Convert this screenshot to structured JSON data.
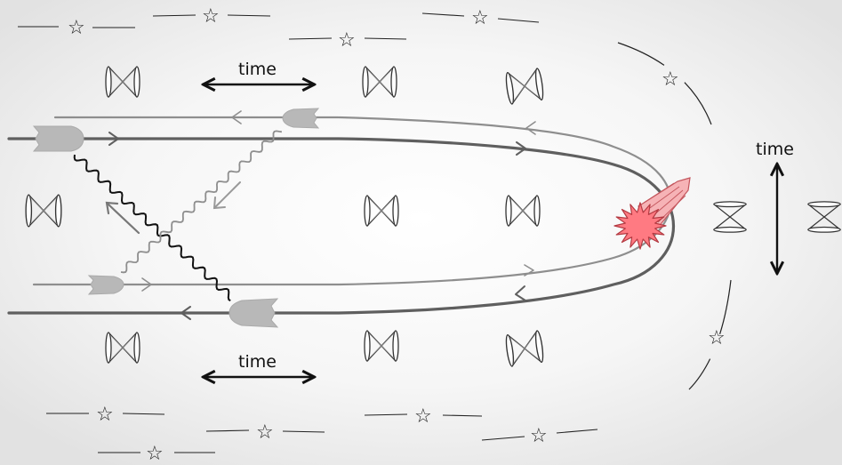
{
  "labels": {
    "time_top": "time",
    "time_bottom": "time",
    "time_right": "time"
  },
  "symbols": {
    "star": "☆"
  },
  "colors": {
    "background_center": "#ffffff",
    "background_edge": "#e4e4e4",
    "worldline_dark": "#606060",
    "worldline_light": "#8e8e8e",
    "ship": "#b8b8b8",
    "explosion": "#ff7a82",
    "wave_dark": "#111111",
    "wave_light": "#8e8e8e"
  },
  "icons": {
    "lightcone": "hourglass-lightcone-icon",
    "ship": "spaceship-icon",
    "explosion": "explosion-icon",
    "star": "star-icon"
  }
}
